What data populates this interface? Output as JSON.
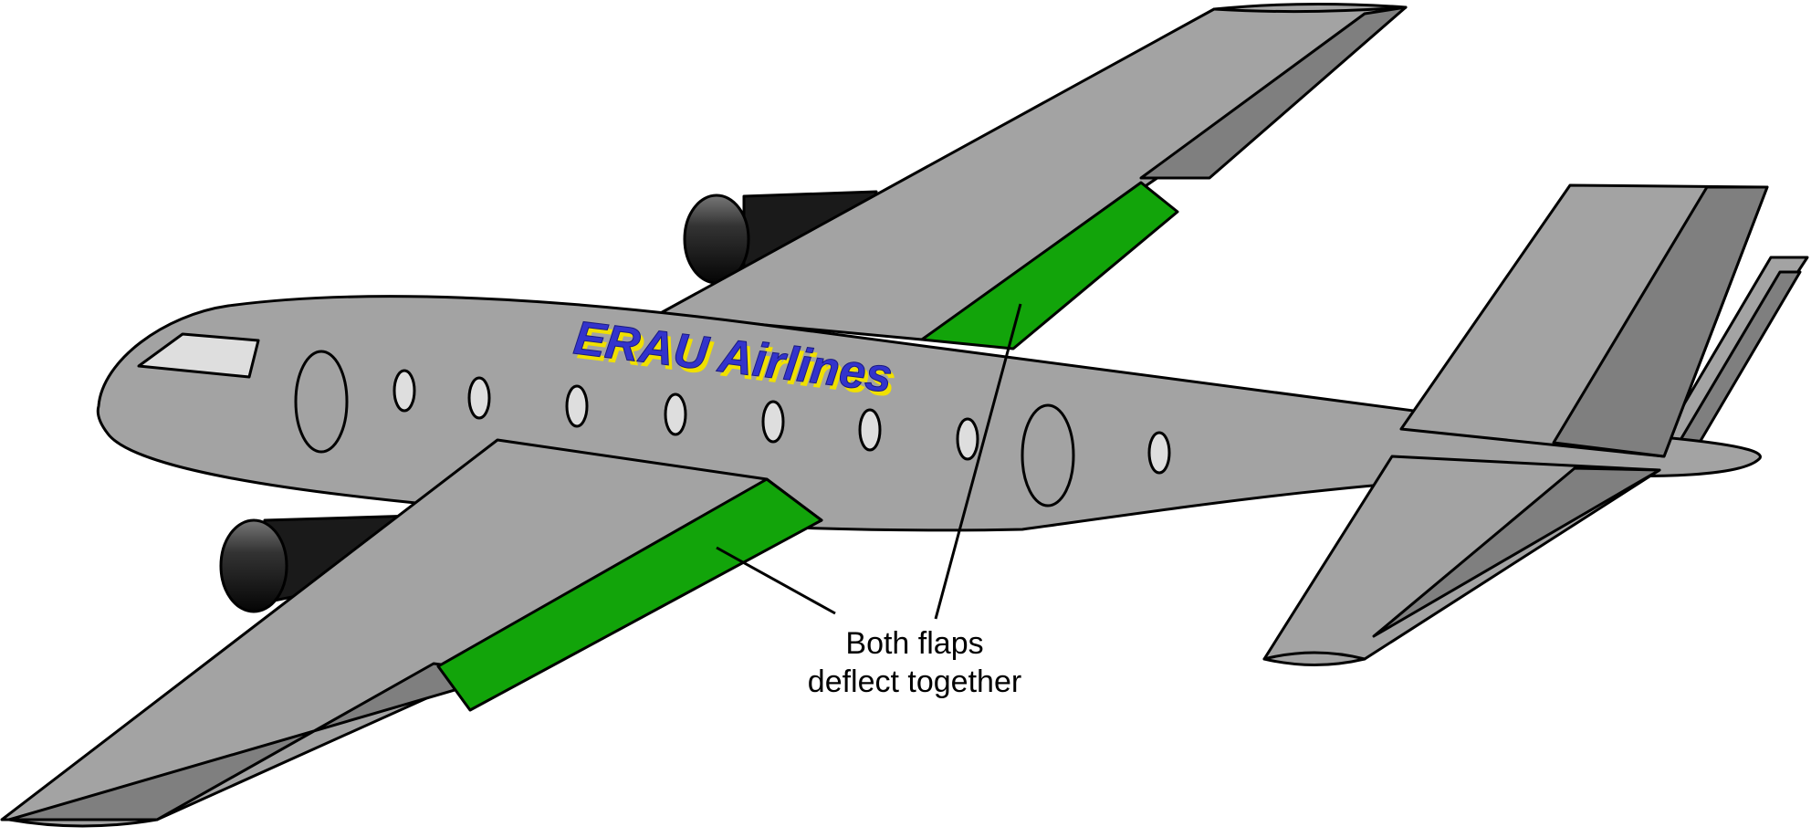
{
  "fuselage": {
    "airline_name": "ERAU Airlines"
  },
  "annotation": {
    "line1": "Both flaps",
    "line2": "deflect together"
  },
  "colors": {
    "body": "#a3a3a3",
    "control_surface": "#7f7f7f",
    "flap": "#12a40a",
    "window": "#dedede",
    "engine": "#1a1a1a",
    "airline_text_fill": "#3333cc",
    "airline_text_shadow": "#f0e000"
  },
  "flaps": {
    "state": "deflected together"
  }
}
